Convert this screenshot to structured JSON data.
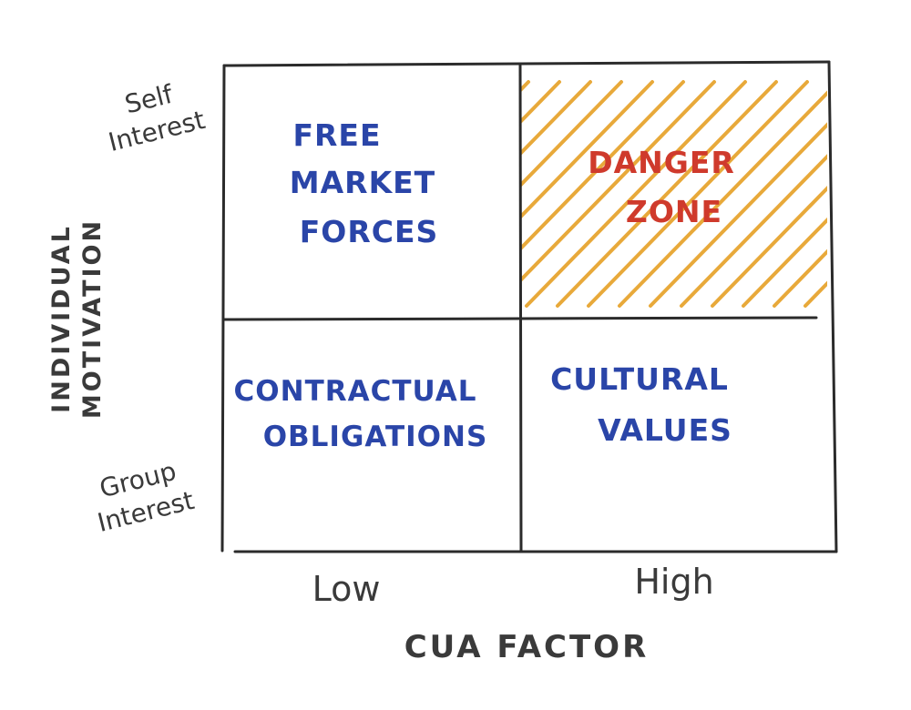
{
  "diagram": {
    "y_axis": {
      "title_lines": [
        "INDIVIDUAL",
        "MOTIVATION"
      ],
      "top_label_lines": [
        "Self",
        "Interest"
      ],
      "bottom_label_lines": [
        "Group",
        "Interest"
      ]
    },
    "x_axis": {
      "title": "CUA FACTOR",
      "left_label": "Low",
      "right_label": "High"
    },
    "quadrants": {
      "top_left": {
        "lines": [
          "FREE",
          "MARKET",
          "FORCES"
        ]
      },
      "top_right": {
        "lines": [
          "DANGER",
          "ZONE"
        ],
        "hatched": true
      },
      "bottom_left": {
        "lines": [
          "CONTRACTUAL",
          "OBLIGATIONS"
        ]
      },
      "bottom_right": {
        "lines": [
          "CULTURAL",
          "VALUES"
        ]
      }
    },
    "colors": {
      "line": "#2b2b2b",
      "quadrant_text": "#2a45a8",
      "danger_text": "#cf3a2c",
      "hatch": "#e8a93a"
    }
  }
}
